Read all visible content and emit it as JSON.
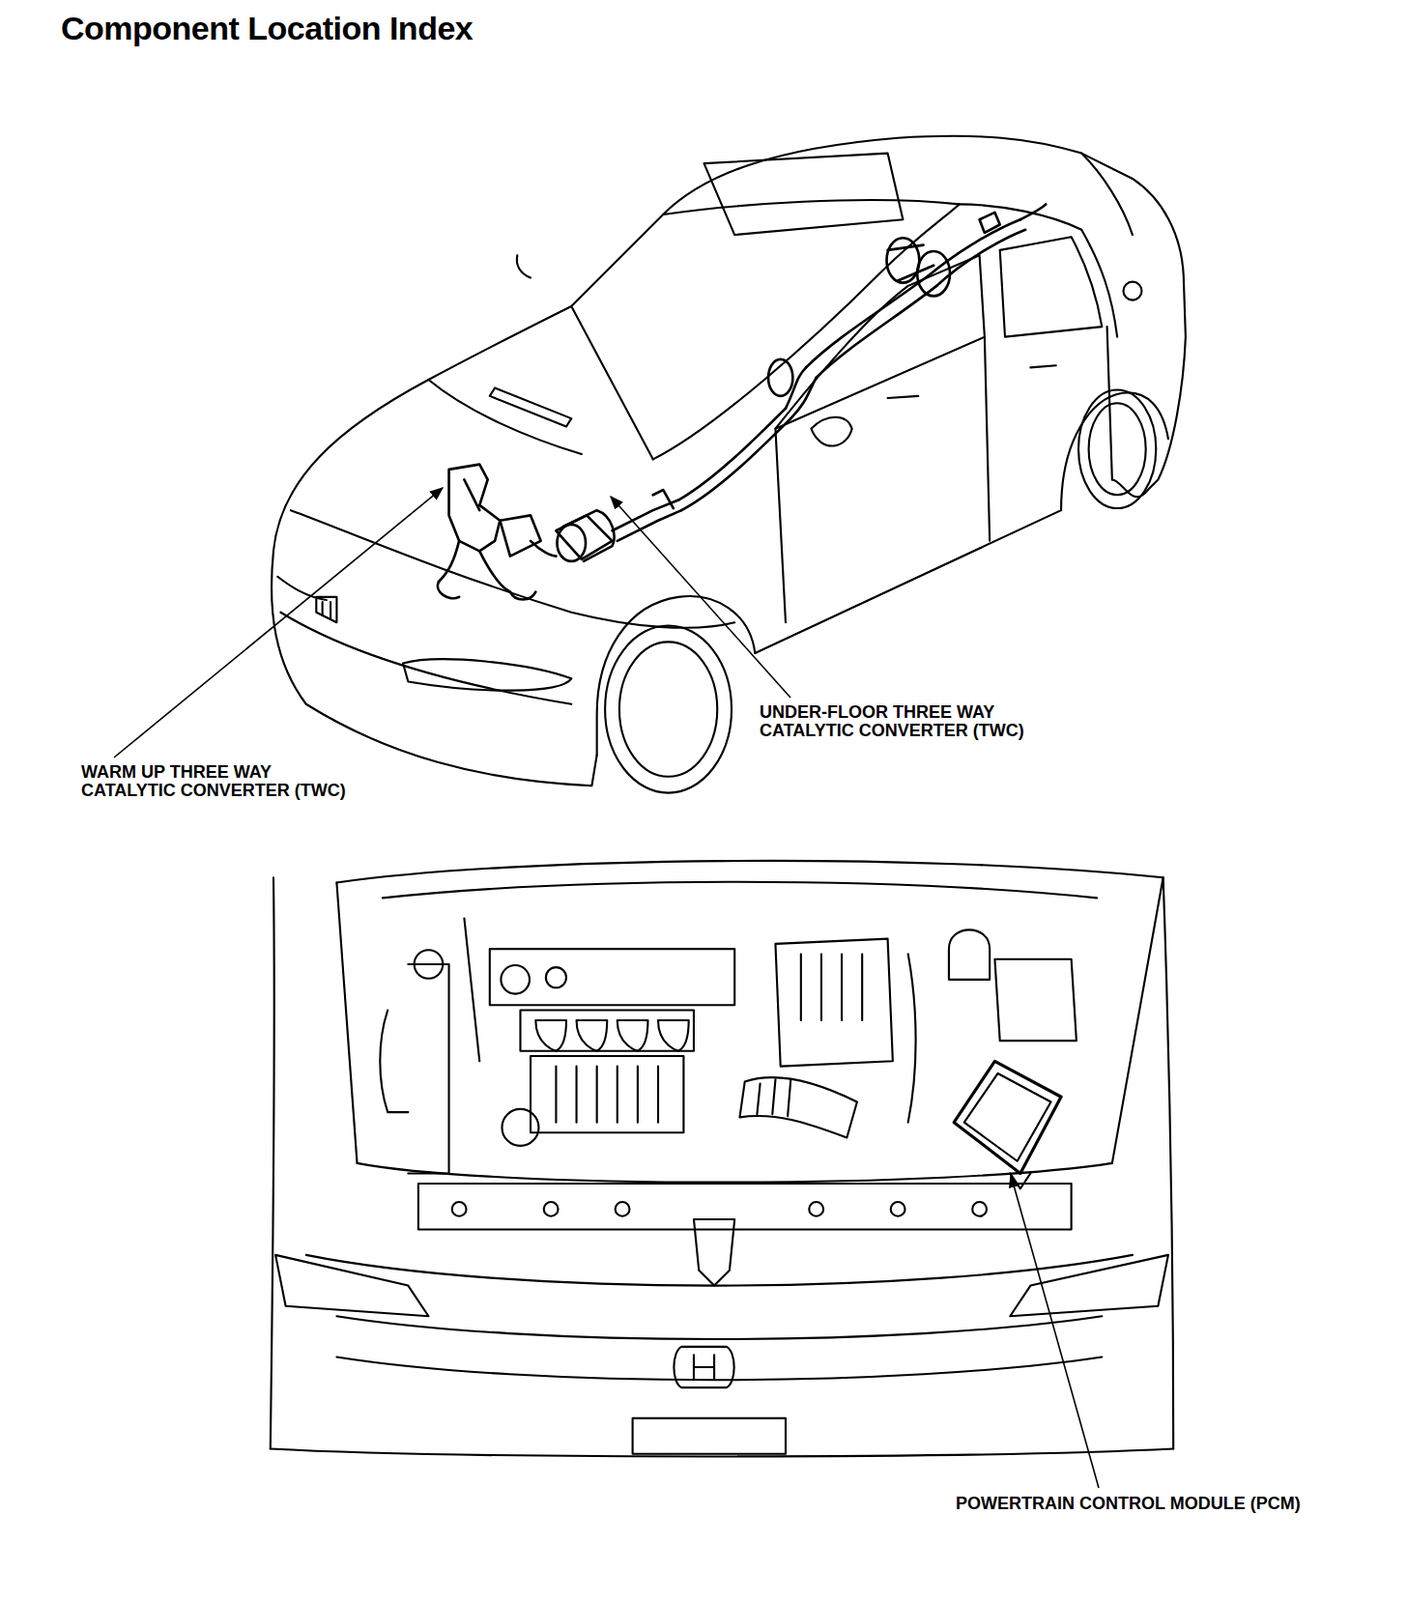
{
  "diagram": {
    "title": "Component Location Index",
    "labels": [
      "WARM UP THREE WAY CATALYTIC CONVERTER (TWC)",
      "UNDER-FLOOR THREE WAY CATALYTIC CONVERTER (TWC)",
      "POWERTRAIN CONTROL MODULE (PCM)"
    ]
  }
}
